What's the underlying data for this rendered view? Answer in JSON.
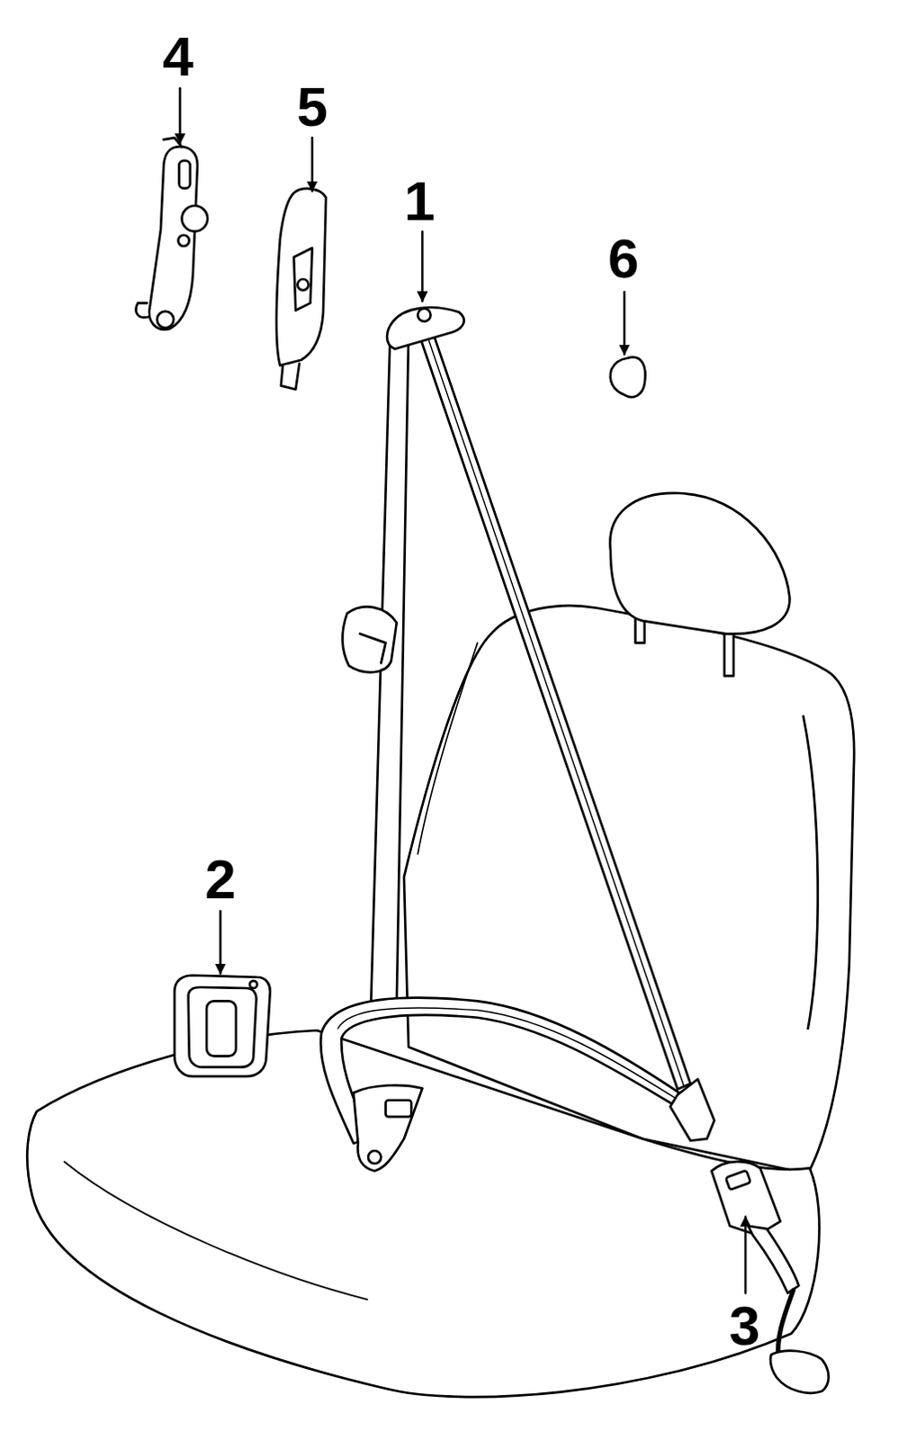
{
  "diagram": {
    "labels": [
      "4",
      "5",
      "1",
      "6",
      "2",
      "3"
    ]
  }
}
